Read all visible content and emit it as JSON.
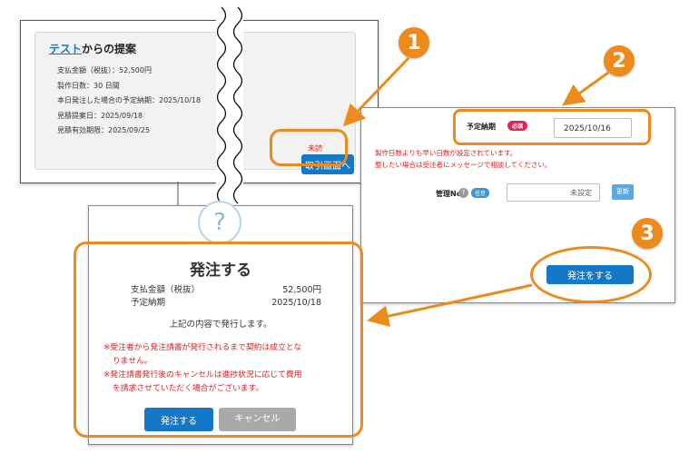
{
  "proposal": {
    "title_link": "テスト",
    "title_rest": "からの提案",
    "lines": [
      "支払金額（税抜）：52,500円",
      "製作日数：30 日間",
      "本日発注した場合の予定納期：2025/10/18",
      "見積提案日：2025/09/18",
      "見積有効期限：2025/09/25"
    ],
    "unread_label": "未読",
    "deal_button": "取引画面へ"
  },
  "order_form": {
    "delivery_label": "予定納期",
    "required_badge": "必須",
    "delivery_value": "2025/10/16",
    "warning_line1": "製作日数よりも早い日数が設定されています。",
    "warning_line2": "整したい場合は受注者にメッセージで相談してください。",
    "mgmt_label": "管理No.",
    "help_badge": "?",
    "optional_badge": "任意",
    "mgmt_placeholder": "未設定",
    "update_button": "更新",
    "order_button": "発注をする"
  },
  "dialog": {
    "question_mark": "?",
    "title": "発注する",
    "rows": [
      {
        "label": "支払金額（税抜）",
        "value": "52,500円"
      },
      {
        "label": "予定納期",
        "value": "2025/10/18"
      }
    ],
    "confirm_text": "上記の内容で発行します。",
    "notes": [
      "※受注者から発注請書が発行されるまで契約は成立とな",
      "りません。",
      "※発注請書発行後のキャンセルは進捗状況に応じて費用",
      "を請求させていただく場合がございます。"
    ],
    "confirm_button": "発注する",
    "cancel_button": "キャンセル"
  },
  "markers": [
    "1",
    "2",
    "3"
  ],
  "colors": {
    "accent_orange": "#ec8a1c",
    "primary_blue": "#1478c8",
    "warning_red": "#e02020",
    "required_pink": "#e8205a"
  }
}
